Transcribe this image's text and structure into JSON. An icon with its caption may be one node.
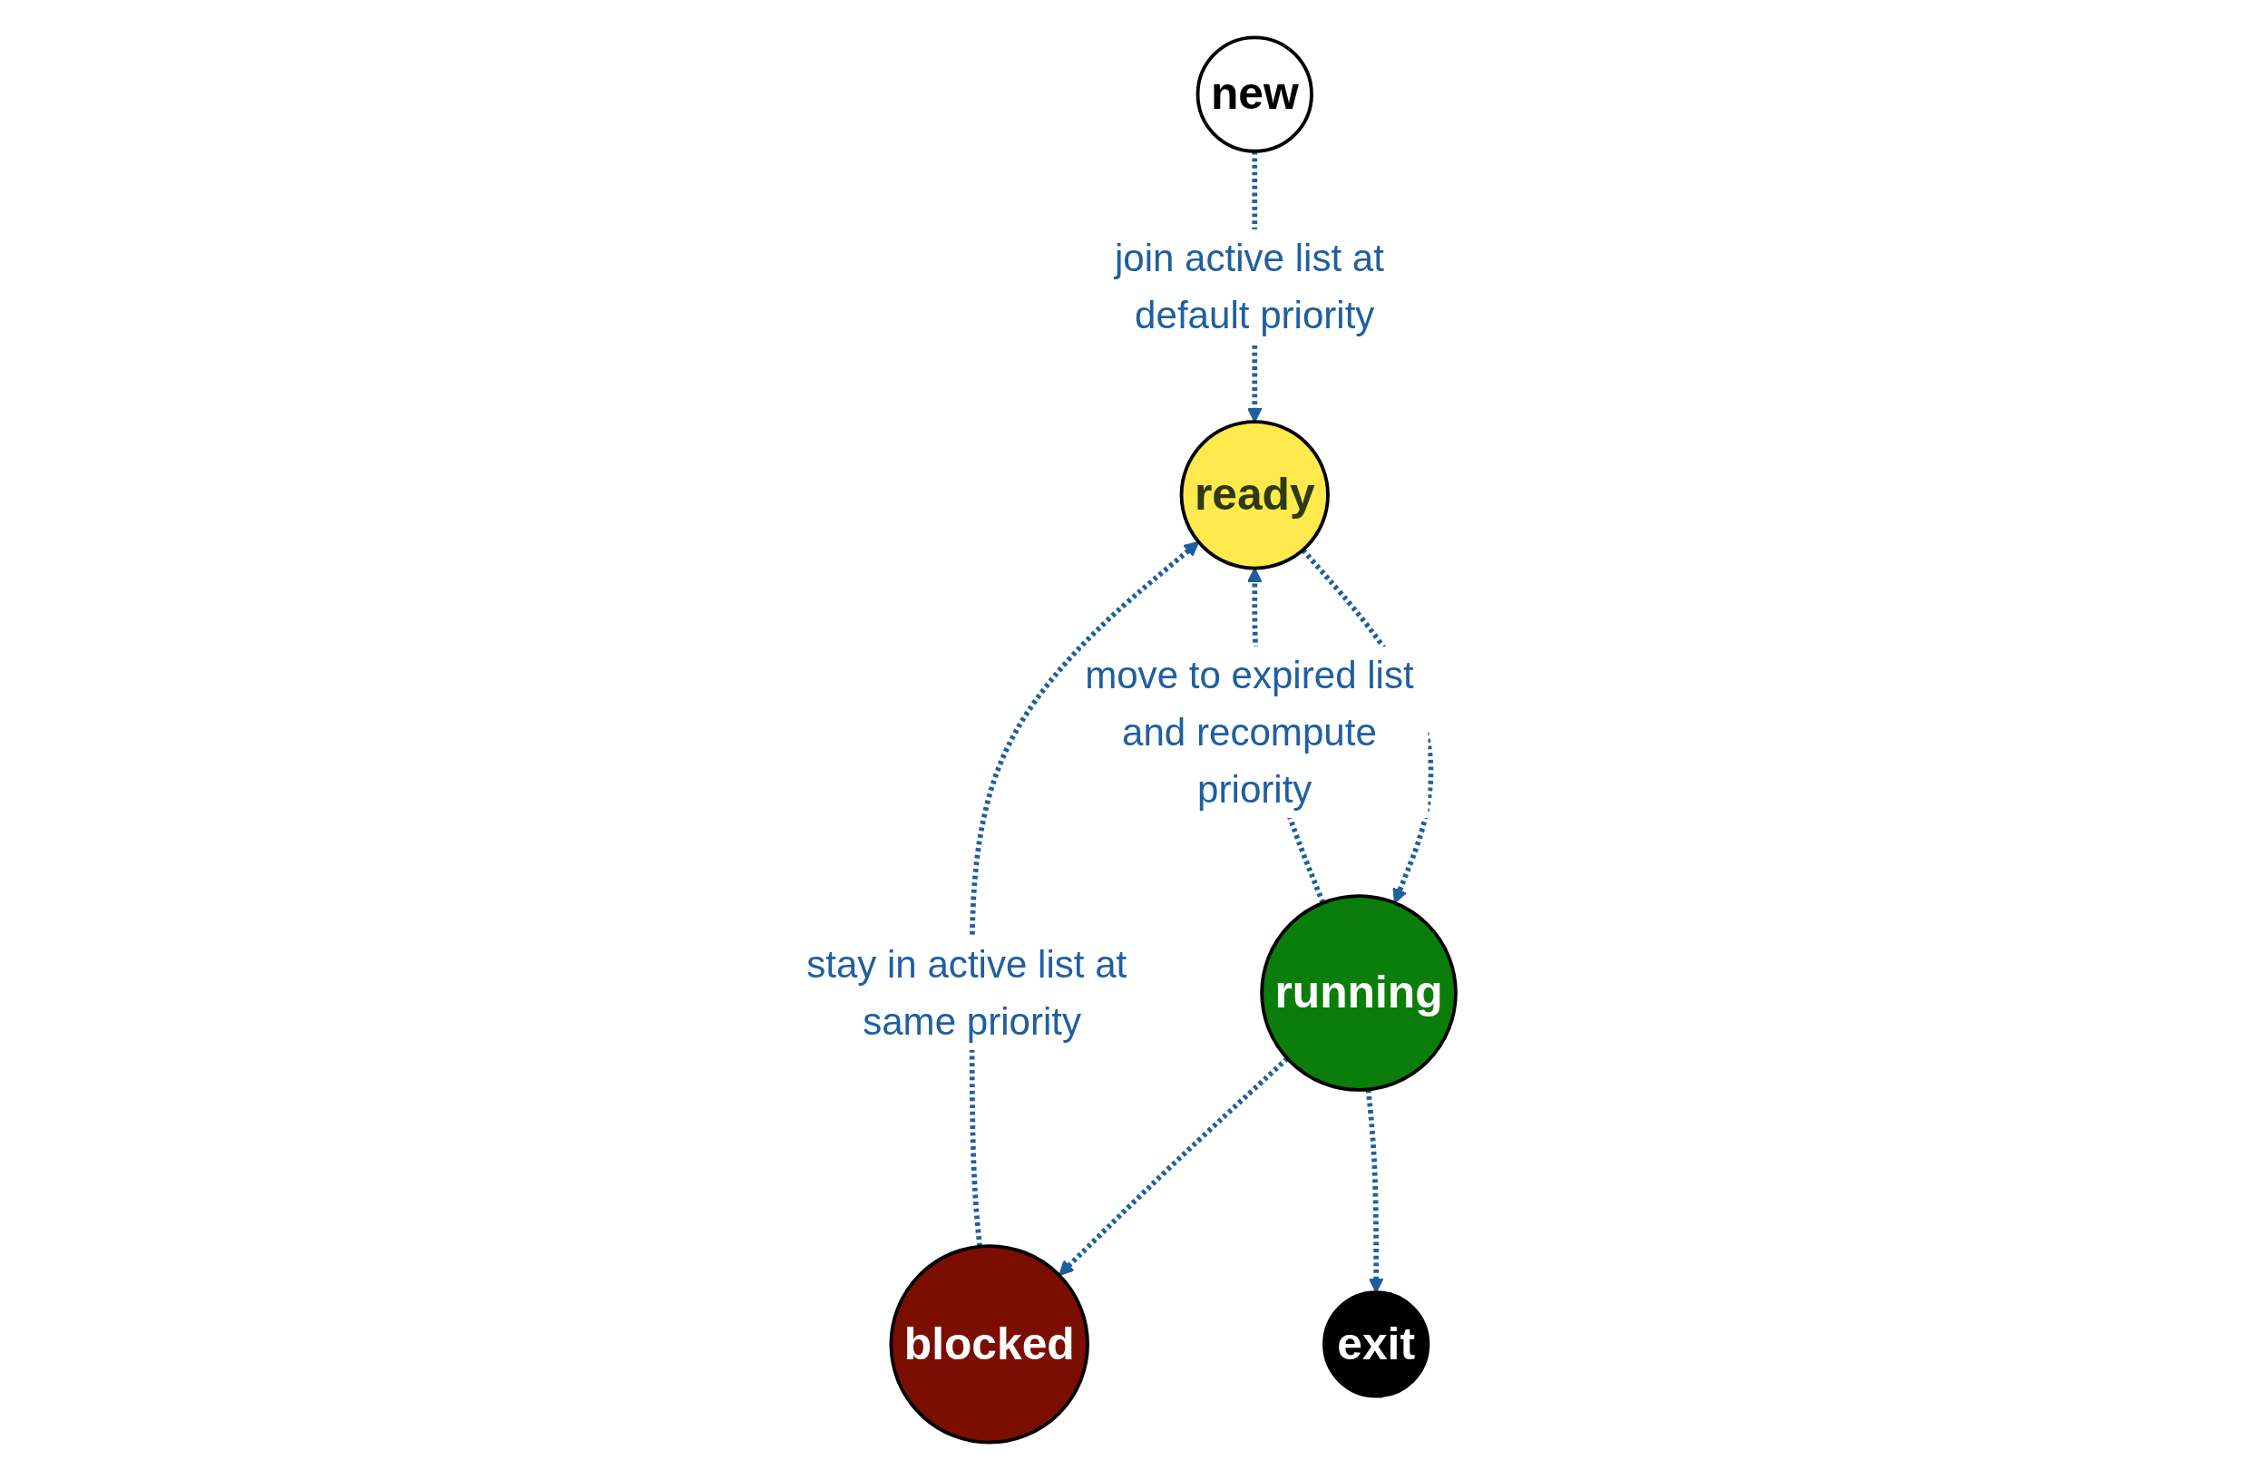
{
  "diagram": {
    "nodes": [
      {
        "text": [
          "ready"
        ]
      },
      {
        "text": [
          "running"
        ]
      },
      {
        "text": [
          "new"
        ]
      },
      {
        "text": [
          "blocked"
        ]
      },
      {
        "text": [
          "exit"
        ]
      }
    ],
    "edges": [
      {
        "from": 1,
        "to": 0,
        "arrow": "to",
        "style": "dashed",
        "label": "move to expired list and recompute priority"
      },
      {
        "from": 0,
        "to": 1,
        "arrow": "to",
        "style": "dashed"
      },
      {
        "from": 2,
        "to": 0,
        "arrow": "to",
        "style": "dashed",
        "label": "join active list at default priority"
      },
      {
        "from": 3,
        "to": 0,
        "arrow": "to",
        "style": "dashed",
        "label": "stay in active list at same priority"
      },
      {
        "from": 1,
        "to": 3,
        "arrow": "to",
        "style": "dashed"
      },
      {
        "from": 1,
        "to": 4,
        "arrow": "to",
        "style": "dashed"
      }
    ]
  }
}
